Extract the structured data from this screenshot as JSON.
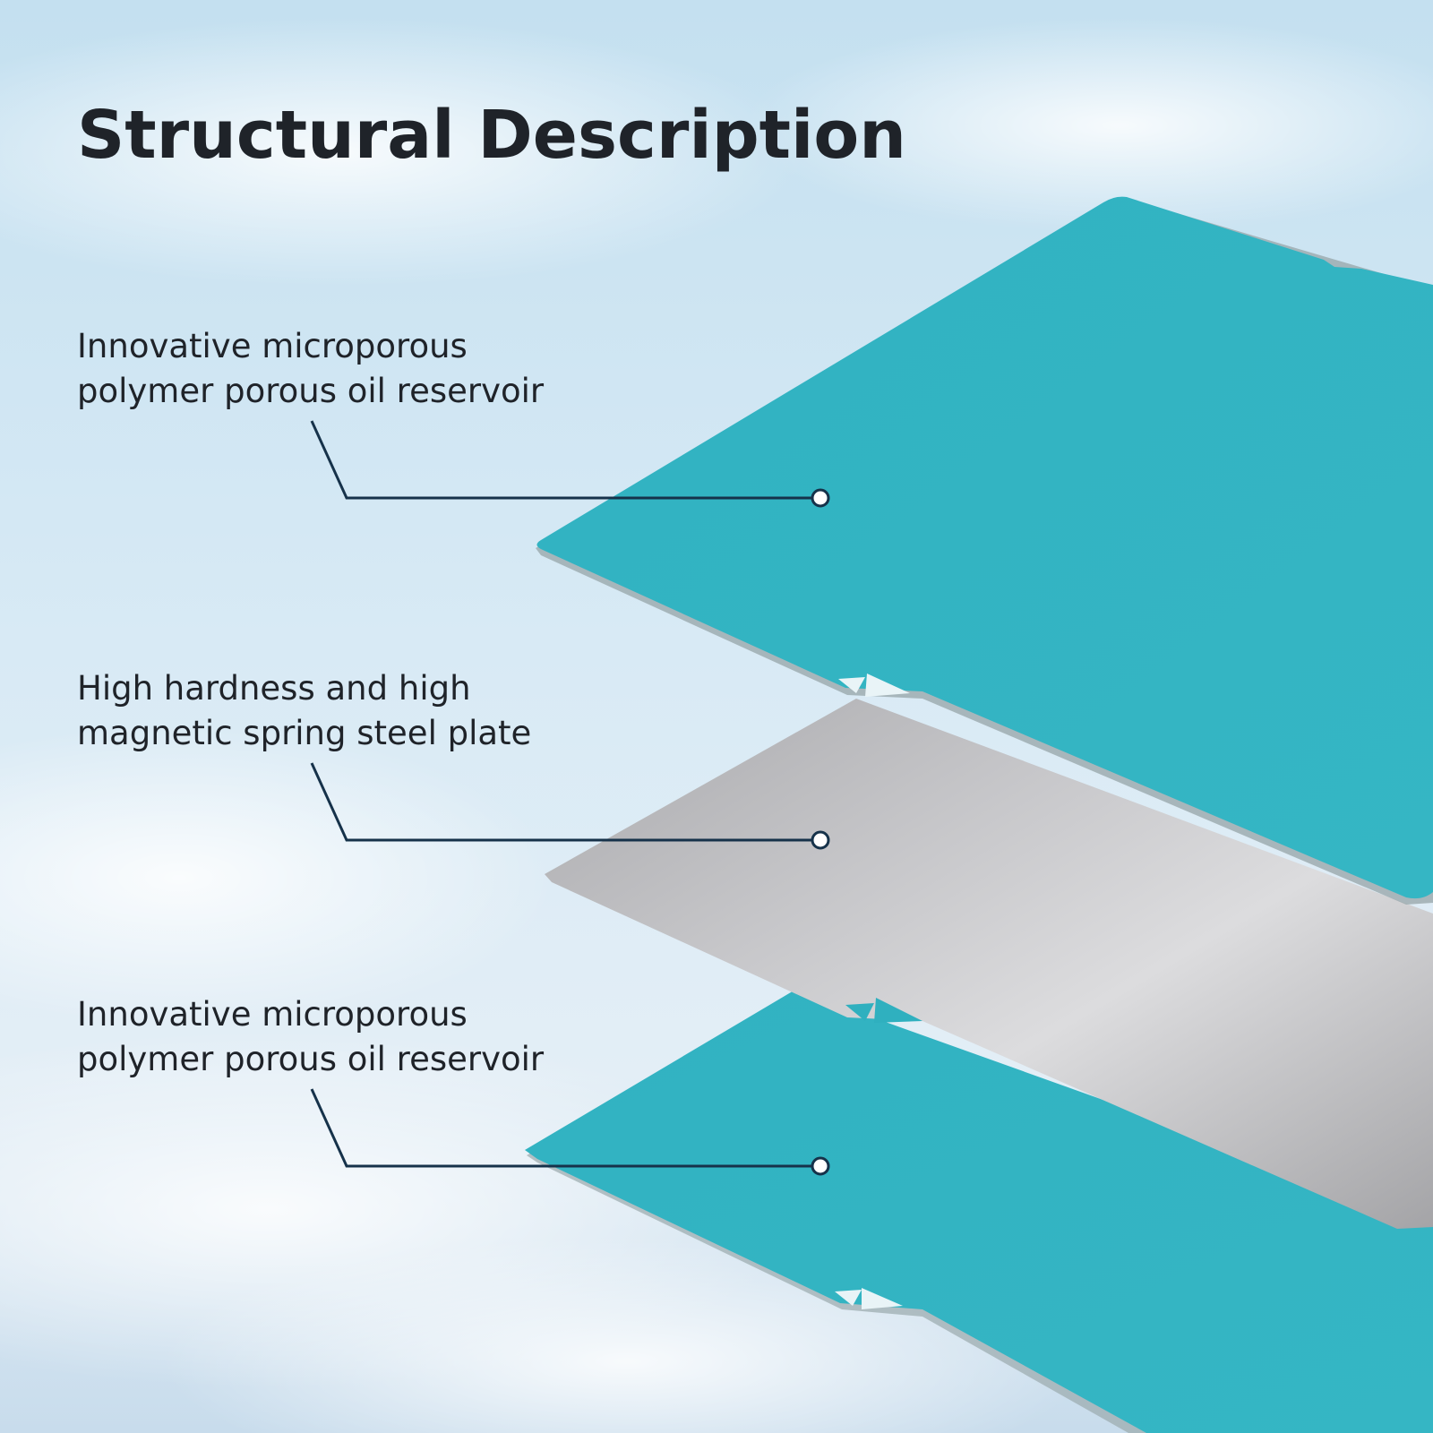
{
  "page": {
    "title": "Structural Description"
  },
  "layers": [
    {
      "line1": "Innovative microporous",
      "line2": "polymer porous oil reservoir",
      "material": "teal-sheet",
      "color": "#33b5c3"
    },
    {
      "line1": "High hardness and high",
      "line2": "magnetic spring steel plate",
      "material": "steel-plate",
      "color": "#c9c9cb"
    },
    {
      "line1": "Innovative microporous",
      "line2": "polymer porous oil reservoir",
      "material": "teal-sheet",
      "color": "#33b5c3"
    }
  ],
  "colors": {
    "title_text": "#1f2329",
    "label_text": "#1f2329",
    "leader_line": "#16324a",
    "sky_top": "#b9d9ec",
    "sky_bottom": "#dbe9f3"
  }
}
